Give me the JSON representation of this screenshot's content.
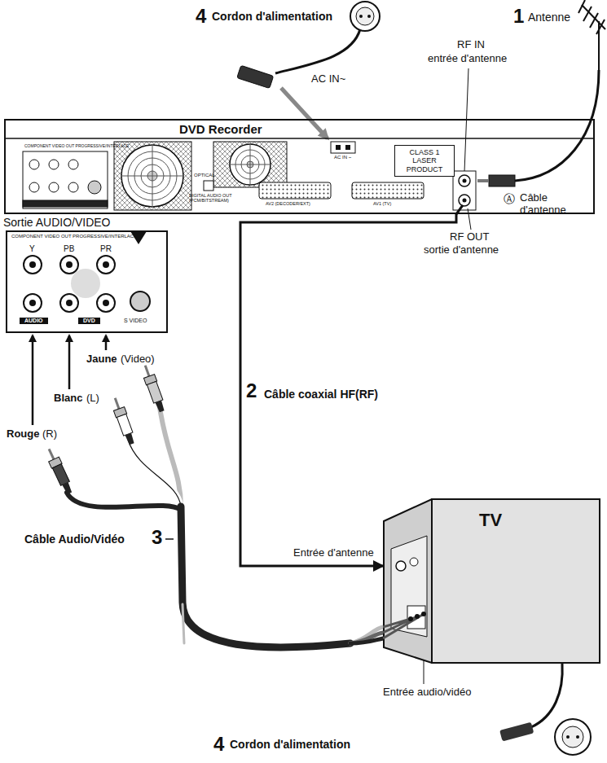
{
  "diagram": {
    "nodes": [
      {
        "text": [
          "DVD Recorder"
        ]
      },
      {
        "text": [
          "CLASS 1 LASER PRODUCT"
        ],
        "in": 0
      },
      {
        "text": [
          "TV"
        ]
      }
    ],
    "edges": [
      {
        "from": 0,
        "to": 2,
        "arrow": "to",
        "label": "Câble coaxial HF(RF)"
      }
    ],
    "labels": [
      "4",
      "Cordon d'alimentation",
      "AC IN~",
      "1",
      "Antenne",
      "RF IN",
      "entrée d'antenne",
      "COMPONENT VIDEO OUT PROGRESSIVE/INTERLACE",
      "OPTICAL",
      "DIGITAL AUDIO OUT (PCM/BITSTREAM)",
      "AV2 (DECODER/EXT)",
      "AV1 (TV)",
      "AC IN ~",
      "Ⓐ",
      "Câble d'antenne",
      "RF OUT",
      "sortie d'antenne",
      "Sortie AUDIO/VIDEO",
      "COMPONENT VIDEO OUT PROGRESSIVE/INTERLACE",
      "Y",
      "PB",
      "PR",
      "AUDIO",
      "DVD",
      "S VIDEO",
      "Jaune",
      "(Video)",
      "Blanc",
      "(L)",
      "Rouge",
      "(R)",
      "Câble Audio/Vidéo",
      "3",
      "2",
      "Entrée d'antenne",
      "Entrée audio/vidéo",
      "4",
      "Cordon d'alimentation"
    ]
  }
}
